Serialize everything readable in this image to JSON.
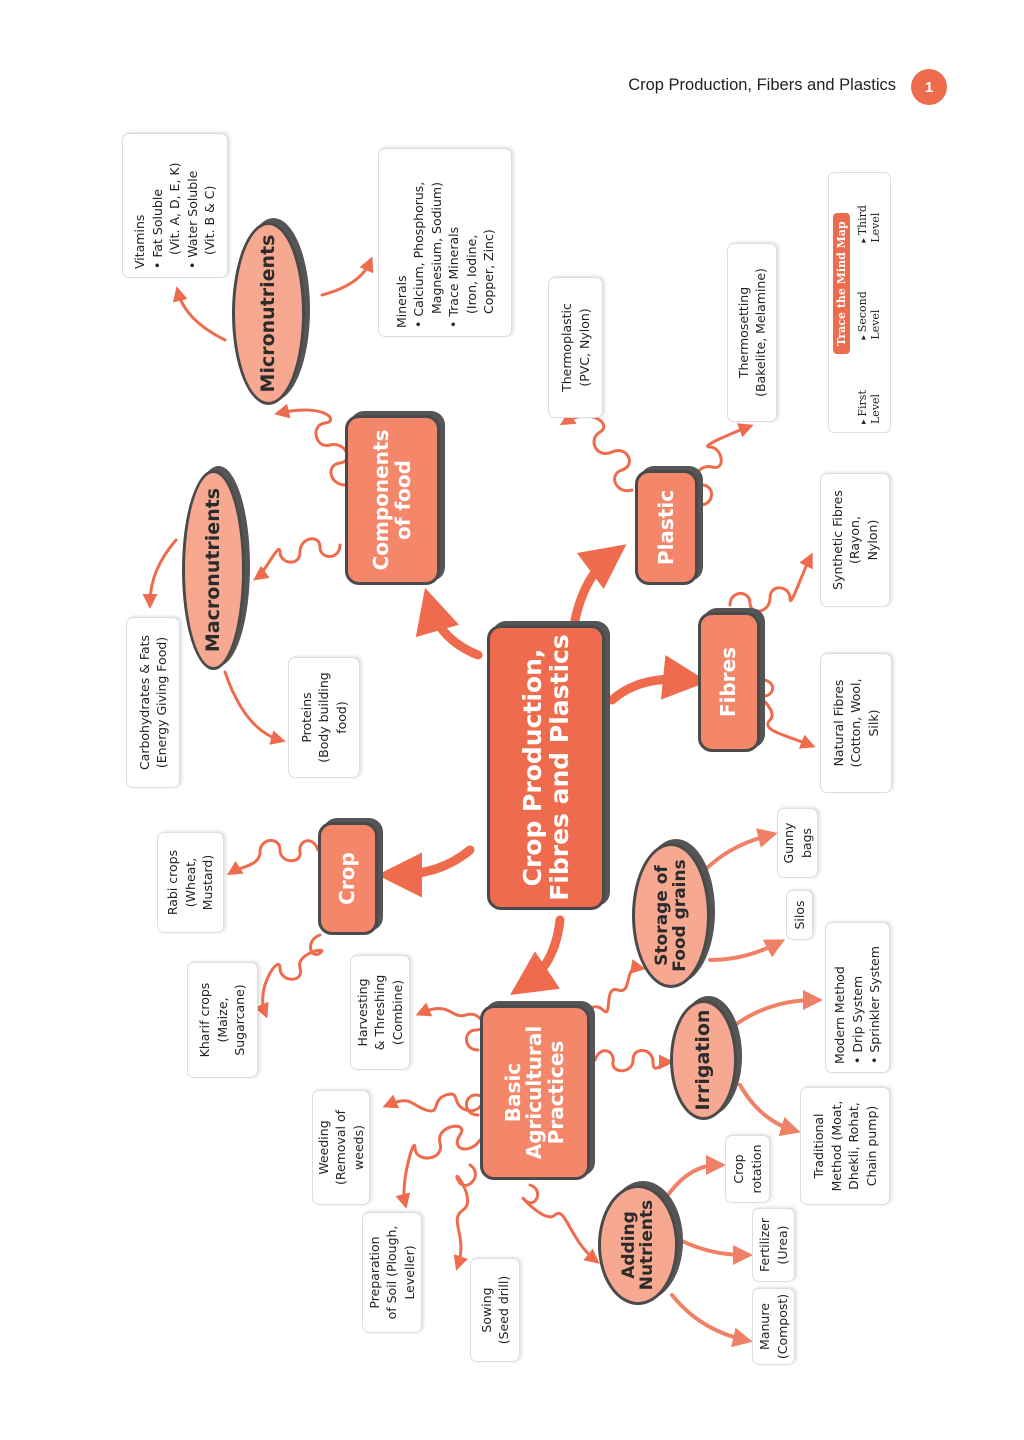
{
  "header": {
    "title": "Crop Production, Fibers and Plastics",
    "page_number": "1"
  },
  "colors": {
    "accent": "#EE6C4D",
    "second_level": "#F4876A",
    "third_level": "#F6A890"
  },
  "central": "Crop Production, Fibres and Plastics",
  "nodes": {
    "components": "Components of food",
    "micronutrients": "Micronutrients",
    "macronutrients": "Macronutrients",
    "plastic": "Plastic",
    "fibres": "Fibres",
    "crop": "Crop",
    "basic": "Basic Agricultural Practices",
    "storage": "Storage of Food grains",
    "irrigation": "Irrigation",
    "adding": "Adding Nutrients"
  },
  "boxes": {
    "vitamins": [
      "Vitamins",
      "Fat Soluble",
      "(Vit. A, D, E, K)",
      "Water Soluble",
      "(Vit. B & C)"
    ],
    "minerals": [
      "Minerals",
      "Calcium, Phosphorus,",
      "Magnesium, Sodium)",
      "Trace Minerals",
      "(Iron, Iodine,",
      "Copper, Zinc)"
    ],
    "carbs": [
      "Carbohydrates & Fats",
      "(Energy Giving Food)"
    ],
    "proteins": [
      "Proteins",
      "(Body building",
      "food)"
    ],
    "thermoplastic": [
      "Thermoplastic",
      "(PVC, Nylon)"
    ],
    "thermosetting": [
      "Thermosetting",
      "(Bakelite, Melamine)"
    ],
    "synthetic": [
      "Synthetic Fibres",
      "(Rayon,",
      "Nylon)"
    ],
    "natural": [
      "Natural Fibres",
      "(Cotton, Wool,",
      "Silk)"
    ],
    "rabi": [
      "Rabi crops",
      "(Wheat,",
      "Mustard)"
    ],
    "kharif": [
      "Kharif crops",
      "(Maize,",
      "Sugarcane)"
    ],
    "harvesting": [
      "Harvesting",
      "& Threshing",
      "(Combine)"
    ],
    "weeding": [
      "Weeding",
      "(Removal of",
      "weeds)"
    ],
    "preparation": [
      "Preparation",
      "of Soil (Plough,",
      "Leveller)"
    ],
    "sowing": [
      "Sowing",
      "(Seed drill)"
    ],
    "gunny": [
      "Gunny",
      "bags"
    ],
    "silos": [
      "Silos"
    ],
    "modern": [
      "Modern Method",
      "Drip System",
      "Sprinkler System"
    ],
    "traditional": [
      "Traditional",
      "Method (Moat,",
      "Dhekli, Rohat,",
      "Chain pump)"
    ],
    "crop_rotation": [
      "Crop",
      "rotation"
    ],
    "fertilizer": [
      "Fertilizer",
      "(Urea)"
    ],
    "manure": [
      "Manure",
      "(Compost)"
    ]
  },
  "legend": {
    "title": "Trace the Mind Map",
    "first": "First Level",
    "second": "Second Level",
    "third": "Third Level"
  }
}
